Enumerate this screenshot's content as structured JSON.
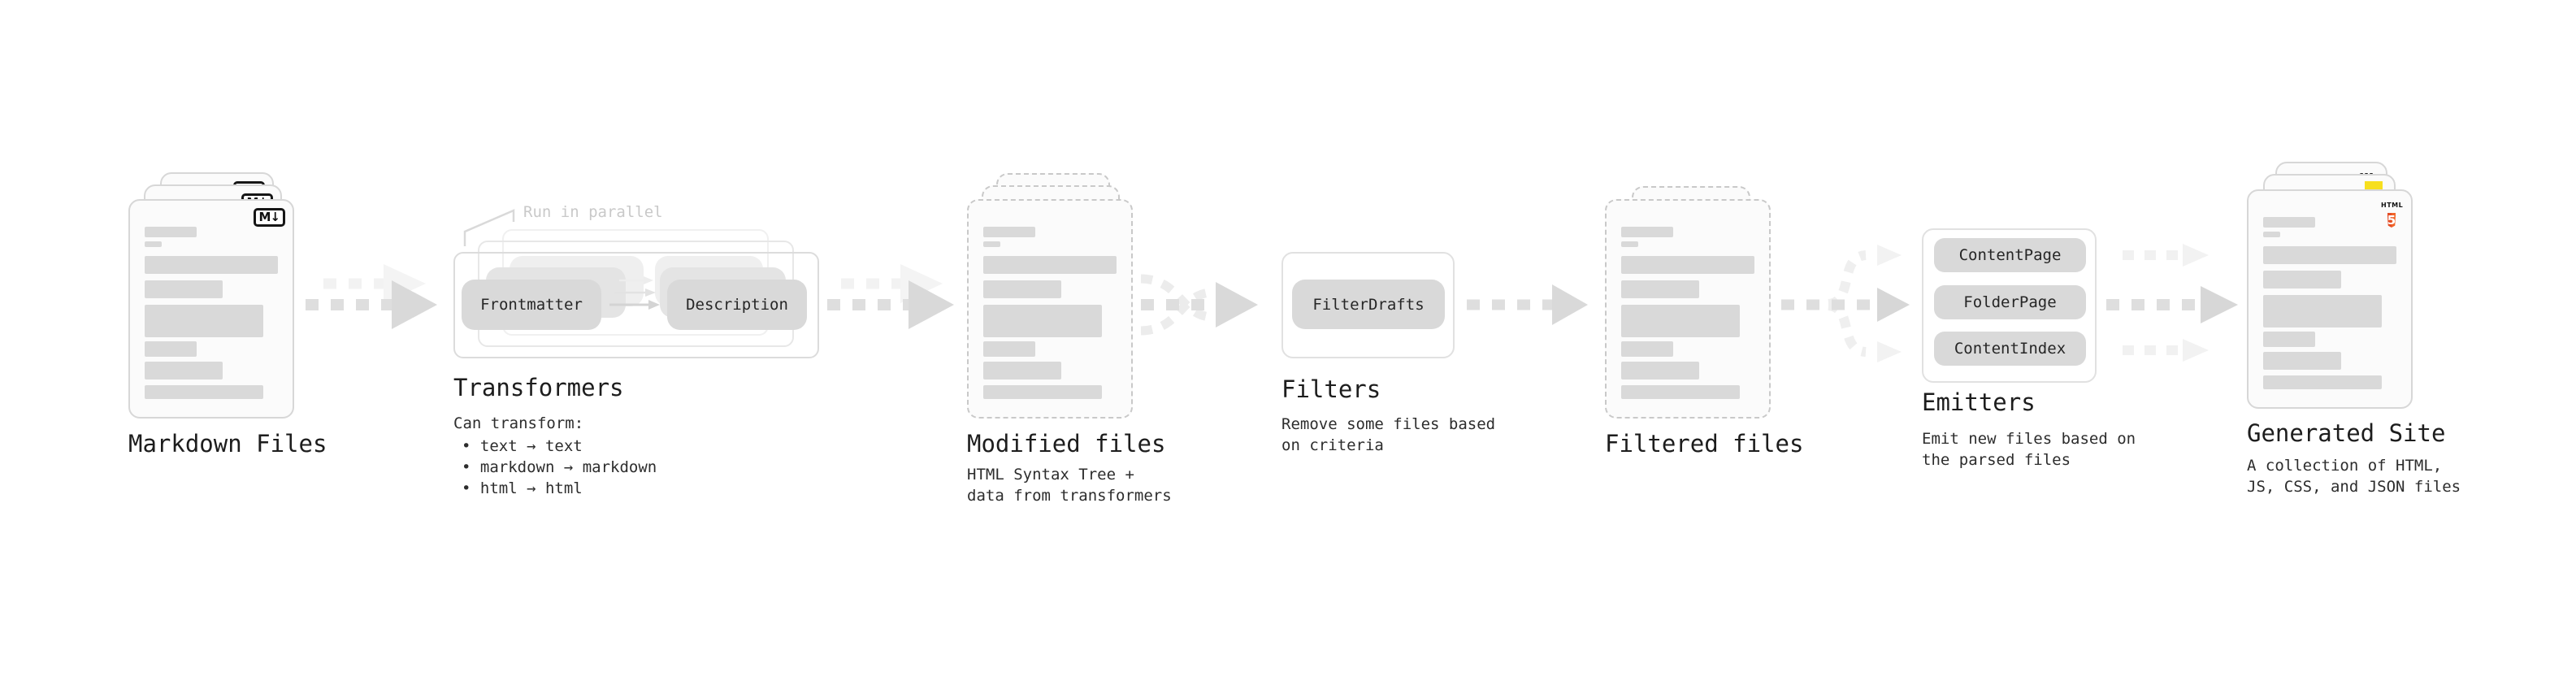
{
  "colors": {
    "html5_orange": "#e44d26",
    "html5_orange_light": "#f16529",
    "js_yellow": "#f7df1e",
    "css_blue": "#2965f1",
    "pill_gray": "#d9d9d9",
    "muted_label_gray": "#c9c9c9"
  },
  "stages": {
    "markdown_files": {
      "title": "Markdown Files",
      "badge": "M↓"
    },
    "transformers": {
      "title": "Transformers",
      "parallel_label": "Run in parallel",
      "pill_left": "Frontmatter",
      "pill_right": "Description",
      "desc_heading": "Can transform:",
      "bullets": [
        "• text → text",
        "• markdown → markdown",
        "• html → html"
      ]
    },
    "modified_files": {
      "title": "Modified files",
      "subtitle": "HTML Syntax Tree +\ndata from transformers"
    },
    "filters": {
      "title": "Filters",
      "pill": "FilterDrafts",
      "subtitle": "Remove some files based\non criteria"
    },
    "filtered_files": {
      "title": "Filtered files"
    },
    "emitters": {
      "title": "Emitters",
      "pills": [
        "ContentPage",
        "FolderPage",
        "ContentIndex"
      ],
      "subtitle": "Emit new files based on\nthe parsed files"
    },
    "generated_site": {
      "title": "Generated Site",
      "subtitle": "A collection of HTML,\nJS, CSS, and JSON files",
      "badge_html_label": "HTML",
      "badge_html_number": "5",
      "badge_css_label": "CSS"
    }
  }
}
